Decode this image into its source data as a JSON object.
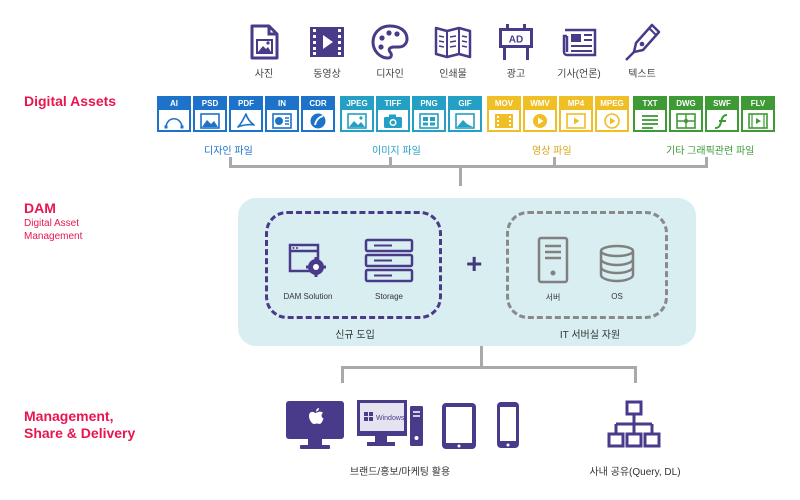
{
  "sections": {
    "assets": {
      "title": "Digital Assets"
    },
    "dam": {
      "title": "DAM",
      "subtitle_1": "Digital Asset",
      "subtitle_2": "Management"
    },
    "msd": {
      "title_1": "Management,",
      "title_2": "Share & Delivery"
    }
  },
  "categories": [
    {
      "label": "사진",
      "icon": "photo-file-icon"
    },
    {
      "label": "동영상",
      "icon": "video-icon"
    },
    {
      "label": "디자인",
      "icon": "palette-icon"
    },
    {
      "label": "인쇄물",
      "icon": "brochure-icon"
    },
    {
      "label": "광고",
      "icon": "billboard-icon",
      "badge": "AD"
    },
    {
      "label": "기사(언론)",
      "icon": "newspaper-icon"
    },
    {
      "label": "텍스트",
      "icon": "fountain-pen-icon"
    }
  ],
  "formats": [
    {
      "tag": "AI",
      "group": "design"
    },
    {
      "tag": "PSD",
      "group": "design"
    },
    {
      "tag": "PDF",
      "group": "design"
    },
    {
      "tag": "IN",
      "group": "design"
    },
    {
      "tag": "CDR",
      "group": "design"
    },
    {
      "tag": "JPEG",
      "group": "image"
    },
    {
      "tag": "TIFF",
      "group": "image"
    },
    {
      "tag": "PNG",
      "group": "image"
    },
    {
      "tag": "GIF",
      "group": "image"
    },
    {
      "tag": "MOV",
      "group": "video"
    },
    {
      "tag": "WMV",
      "group": "video"
    },
    {
      "tag": "MP4",
      "group": "video"
    },
    {
      "tag": "MPEG",
      "group": "video"
    },
    {
      "tag": "TXT",
      "group": "other"
    },
    {
      "tag": "DWG",
      "group": "other"
    },
    {
      "tag": "SWF",
      "group": "other"
    },
    {
      "tag": "FLV",
      "group": "other"
    }
  ],
  "group_labels": {
    "design": "디자인 파일",
    "image": "이미지 파일",
    "video": "영상 파일",
    "other": "기타 그래픽관련 파일"
  },
  "colors": {
    "brand": "#e8154f",
    "design": "#1d73c9",
    "image": "#23a0c4",
    "video": "#f0be25",
    "other": "#3d9a35",
    "dam_bg": "#d9eef1",
    "dam_box": "#4a3a8a",
    "it_box": "#8a8a8a",
    "connector": "#a9a9a9"
  },
  "dam": {
    "new_items": {
      "solution": "DAM Solution",
      "storage": "Storage",
      "caption": "신규 도입"
    },
    "it_items": {
      "server": "서버",
      "os": "OS",
      "caption": "IT 서버실 자원"
    },
    "plus": "+"
  },
  "delivery": {
    "devices": [
      "apple-monitor-icon",
      "windows-pc-icon",
      "tablet-icon",
      "phone-icon"
    ],
    "windows_text": "Windows",
    "brand_label": "브랜드/홍보/마케팅 활용",
    "share_label": "사내 공유(Query, DL)"
  }
}
